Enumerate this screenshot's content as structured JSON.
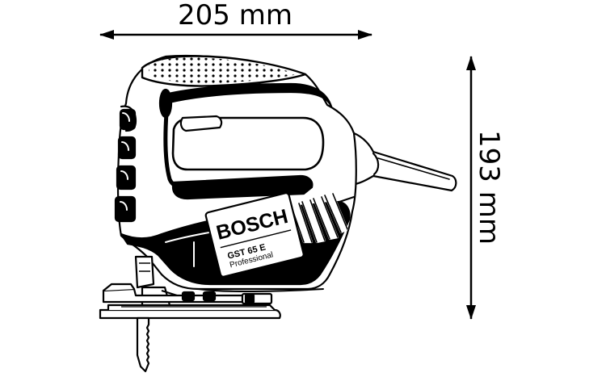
{
  "dimensions": {
    "width_label": "205 mm",
    "height_label": "193 mm"
  },
  "product": {
    "brand": "BOSCH",
    "model": "GST 65 E",
    "line": "Professional"
  },
  "colors": {
    "line": "#000000",
    "background": "#ffffff"
  }
}
